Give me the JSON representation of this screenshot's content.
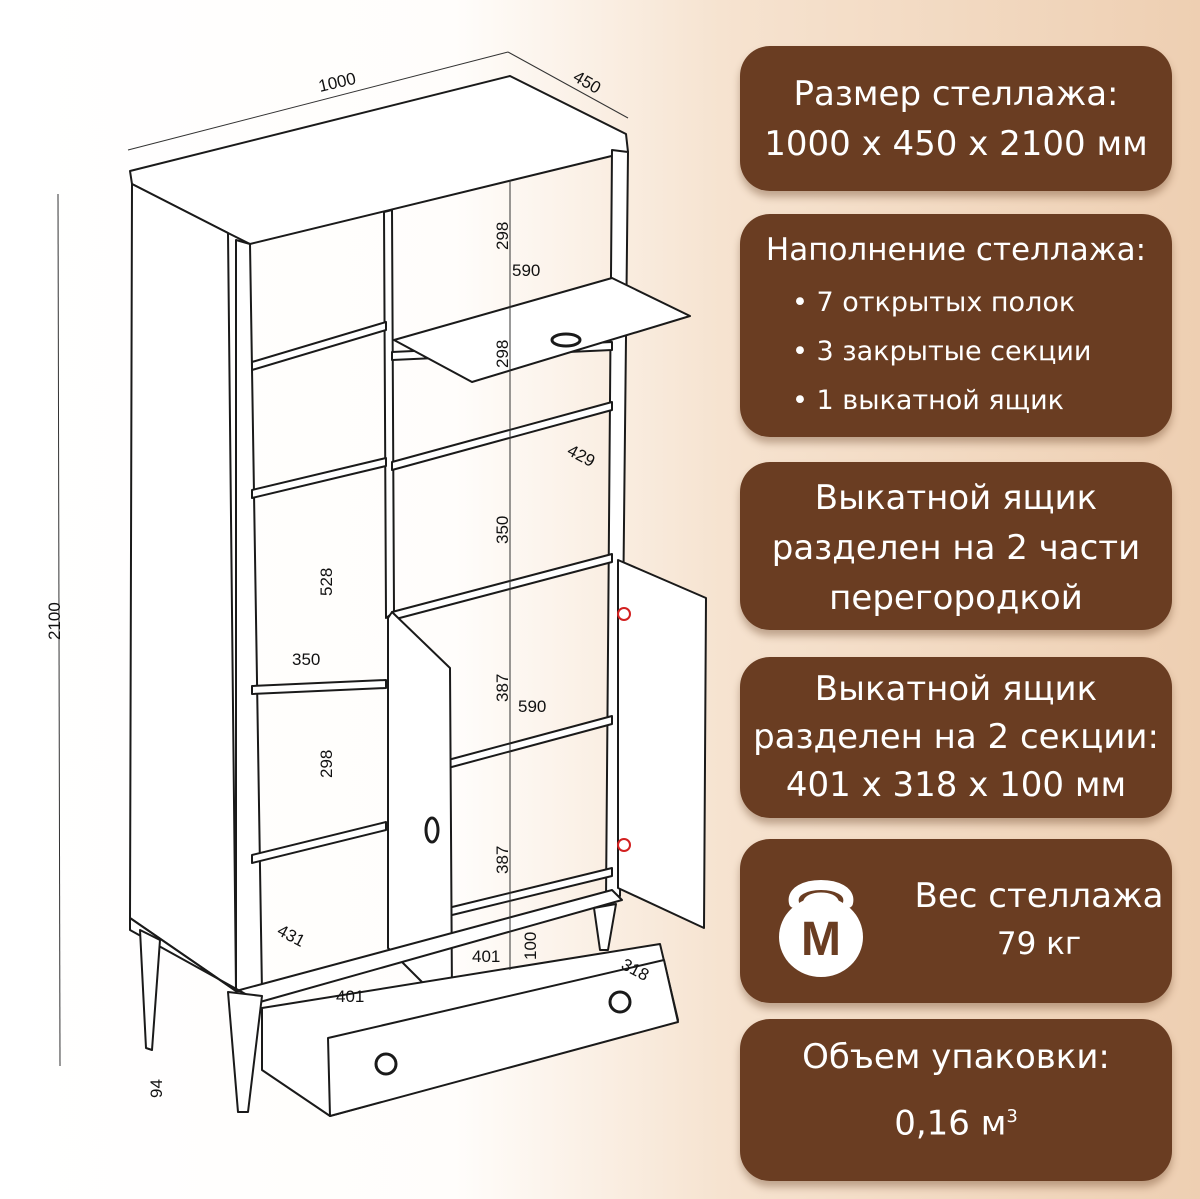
{
  "dimensions": {
    "width": "1000",
    "depth": "450",
    "height": "2100",
    "top_shelf_h": "298",
    "pull_shelf_w": "590",
    "pull_shelf_h": "298",
    "inner_depth_right": "429",
    "mid_right_h": "350",
    "left_mid_h": "528",
    "left_shelf_w": "350",
    "door_section_h1": "387",
    "door_section_w": "590",
    "left_low_h": "298",
    "door_section_h2": "387",
    "bottom_depth_left": "431",
    "drawer_w_inner": "401",
    "drawer_h": "100",
    "drawer_d": "318",
    "drawer_w_outer": "401",
    "leg_h": "94"
  },
  "cards": {
    "size_title": "Размер стеллажа:",
    "size_value": "1000 x 450 x 2100 мм",
    "fill_title": "Наполнение стеллажа:",
    "fill_items": [
      "7 открытых полок",
      "3 закрытые секции",
      "1 выкатной ящик"
    ],
    "drawer1_line1": "Выкатной ящик",
    "drawer1_line2": "разделен на 2 части",
    "drawer1_line3": "перегородкой",
    "drawer2_line1": "Выкатной ящик",
    "drawer2_line2": "разделен на 2 секции:",
    "drawer2_line3": "401 x 318 x 100 мм",
    "weight_icon_letter": "M",
    "weight_title": "Вес стеллажа",
    "weight_value": "79 кг",
    "volume_title": "Объем упаковки:",
    "volume_value": "0,16 м",
    "volume_unit_sup": "3"
  },
  "colors": {
    "card": "#6a3d22",
    "card_text": "#ffffff",
    "line": "#1a1a1a",
    "accent_red": "#d22020"
  }
}
